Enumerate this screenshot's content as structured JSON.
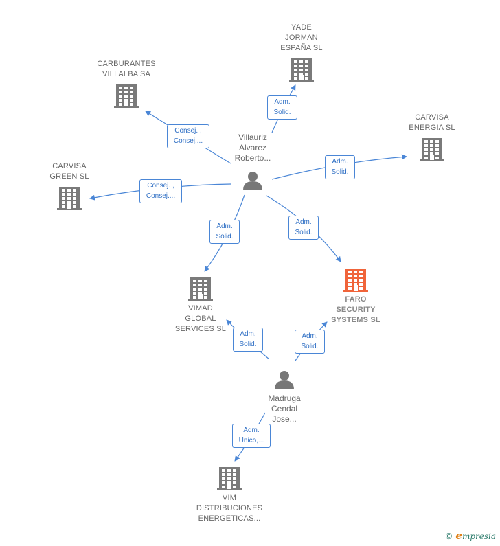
{
  "colors": {
    "company": "#7a7a7a",
    "company_highlight": "#f0643a",
    "person": "#777777",
    "edge": "#4a86d6",
    "label_text": "#666666"
  },
  "people": [
    {
      "id": "p1",
      "name_lines": [
        "Villauriz",
        "Alvarez",
        "Roberto..."
      ]
    },
    {
      "id": "p2",
      "name_lines": [
        "Madruga",
        "Cendal",
        "Jose..."
      ]
    }
  ],
  "companies": [
    {
      "id": "c_yade",
      "name_lines": [
        "YADE",
        "JORMAN",
        "ESPAÑA  SL"
      ],
      "highlight": false
    },
    {
      "id": "c_carbu",
      "name_lines": [
        "CARBURANTES",
        "VILLALBA SA"
      ],
      "highlight": false
    },
    {
      "id": "c_energia",
      "name_lines": [
        "CARVISA",
        "ENERGIA SL"
      ],
      "highlight": false
    },
    {
      "id": "c_green",
      "name_lines": [
        "CARVISA",
        "GREEN  SL"
      ],
      "highlight": false
    },
    {
      "id": "c_vimad",
      "name_lines": [
        "VIMAD",
        "GLOBAL",
        "SERVICES SL"
      ],
      "highlight": false
    },
    {
      "id": "c_faro",
      "name_lines": [
        "FARO",
        "SECURITY",
        "SYSTEMS  SL"
      ],
      "highlight": true
    },
    {
      "id": "c_vim",
      "name_lines": [
        "VIM",
        "DISTRIBUCIONES",
        "ENERGETICAS..."
      ],
      "highlight": false
    }
  ],
  "edges": [
    {
      "id": "e1",
      "from": "p1",
      "to": "c_yade",
      "label_lines": [
        "Adm.",
        "Solid."
      ]
    },
    {
      "id": "e2",
      "from": "p1",
      "to": "c_carbu",
      "label_lines": [
        "Consej. ,",
        "Consej...."
      ]
    },
    {
      "id": "e3",
      "from": "p1",
      "to": "c_energia",
      "label_lines": [
        "Adm.",
        "Solid."
      ]
    },
    {
      "id": "e4",
      "from": "p1",
      "to": "c_green",
      "label_lines": [
        "Consej. ,",
        "Consej...."
      ]
    },
    {
      "id": "e5",
      "from": "p1",
      "to": "c_vimad",
      "label_lines": [
        "Adm.",
        "Solid."
      ]
    },
    {
      "id": "e6",
      "from": "p1",
      "to": "c_faro",
      "label_lines": [
        "Adm.",
        "Solid."
      ]
    },
    {
      "id": "e7",
      "from": "p2",
      "to": "c_vimad",
      "label_lines": [
        "Adm.",
        "Solid."
      ]
    },
    {
      "id": "e8",
      "from": "p2",
      "to": "c_faro",
      "label_lines": [
        "Adm.",
        "Solid."
      ]
    },
    {
      "id": "e9",
      "from": "p2",
      "to": "c_vim",
      "label_lines": [
        "Adm.",
        "Unico,..."
      ]
    }
  ],
  "brand": {
    "copyright": "©",
    "initial": "e",
    "rest": "mpresia"
  }
}
